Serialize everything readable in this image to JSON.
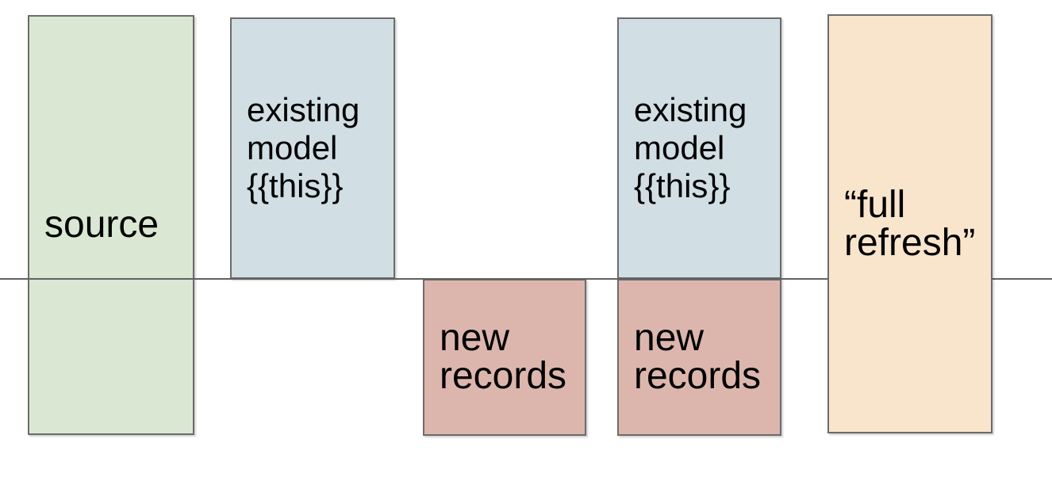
{
  "diagram": {
    "background": "#ffffff",
    "divider_line": {
      "color": "#616161",
      "orientation": "horizontal"
    },
    "border_color": "#6b6b6b",
    "text_color": "#000000",
    "boxes": [
      {
        "name": "source",
        "label": "source",
        "fill": "#dae7d3"
      },
      {
        "name": "existing-model-1",
        "label": "existing\nmodel\n{{this}}",
        "fill": "#d1dfe4"
      },
      {
        "name": "new-records-1",
        "label": "new\nrecords",
        "fill": "#dcb6ad"
      },
      {
        "name": "existing-model-2",
        "label": "existing\nmodel\n{{this}}",
        "fill": "#d1dfe4"
      },
      {
        "name": "new-records-2",
        "label": "new\nrecords",
        "fill": "#dcb6ad"
      },
      {
        "name": "full-refresh",
        "label": "“full\nrefresh”",
        "fill": "#f9e5cc"
      }
    ]
  }
}
